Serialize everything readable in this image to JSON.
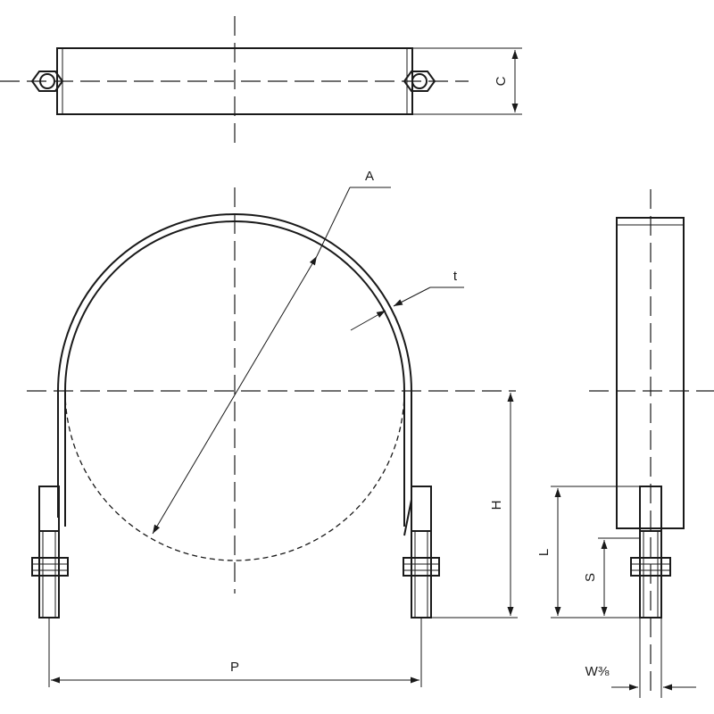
{
  "drawing": {
    "labels": {
      "A": "A",
      "t": "t",
      "C": "C",
      "H": "H",
      "P": "P",
      "L": "L",
      "S": "S",
      "W": "W⅜"
    }
  }
}
